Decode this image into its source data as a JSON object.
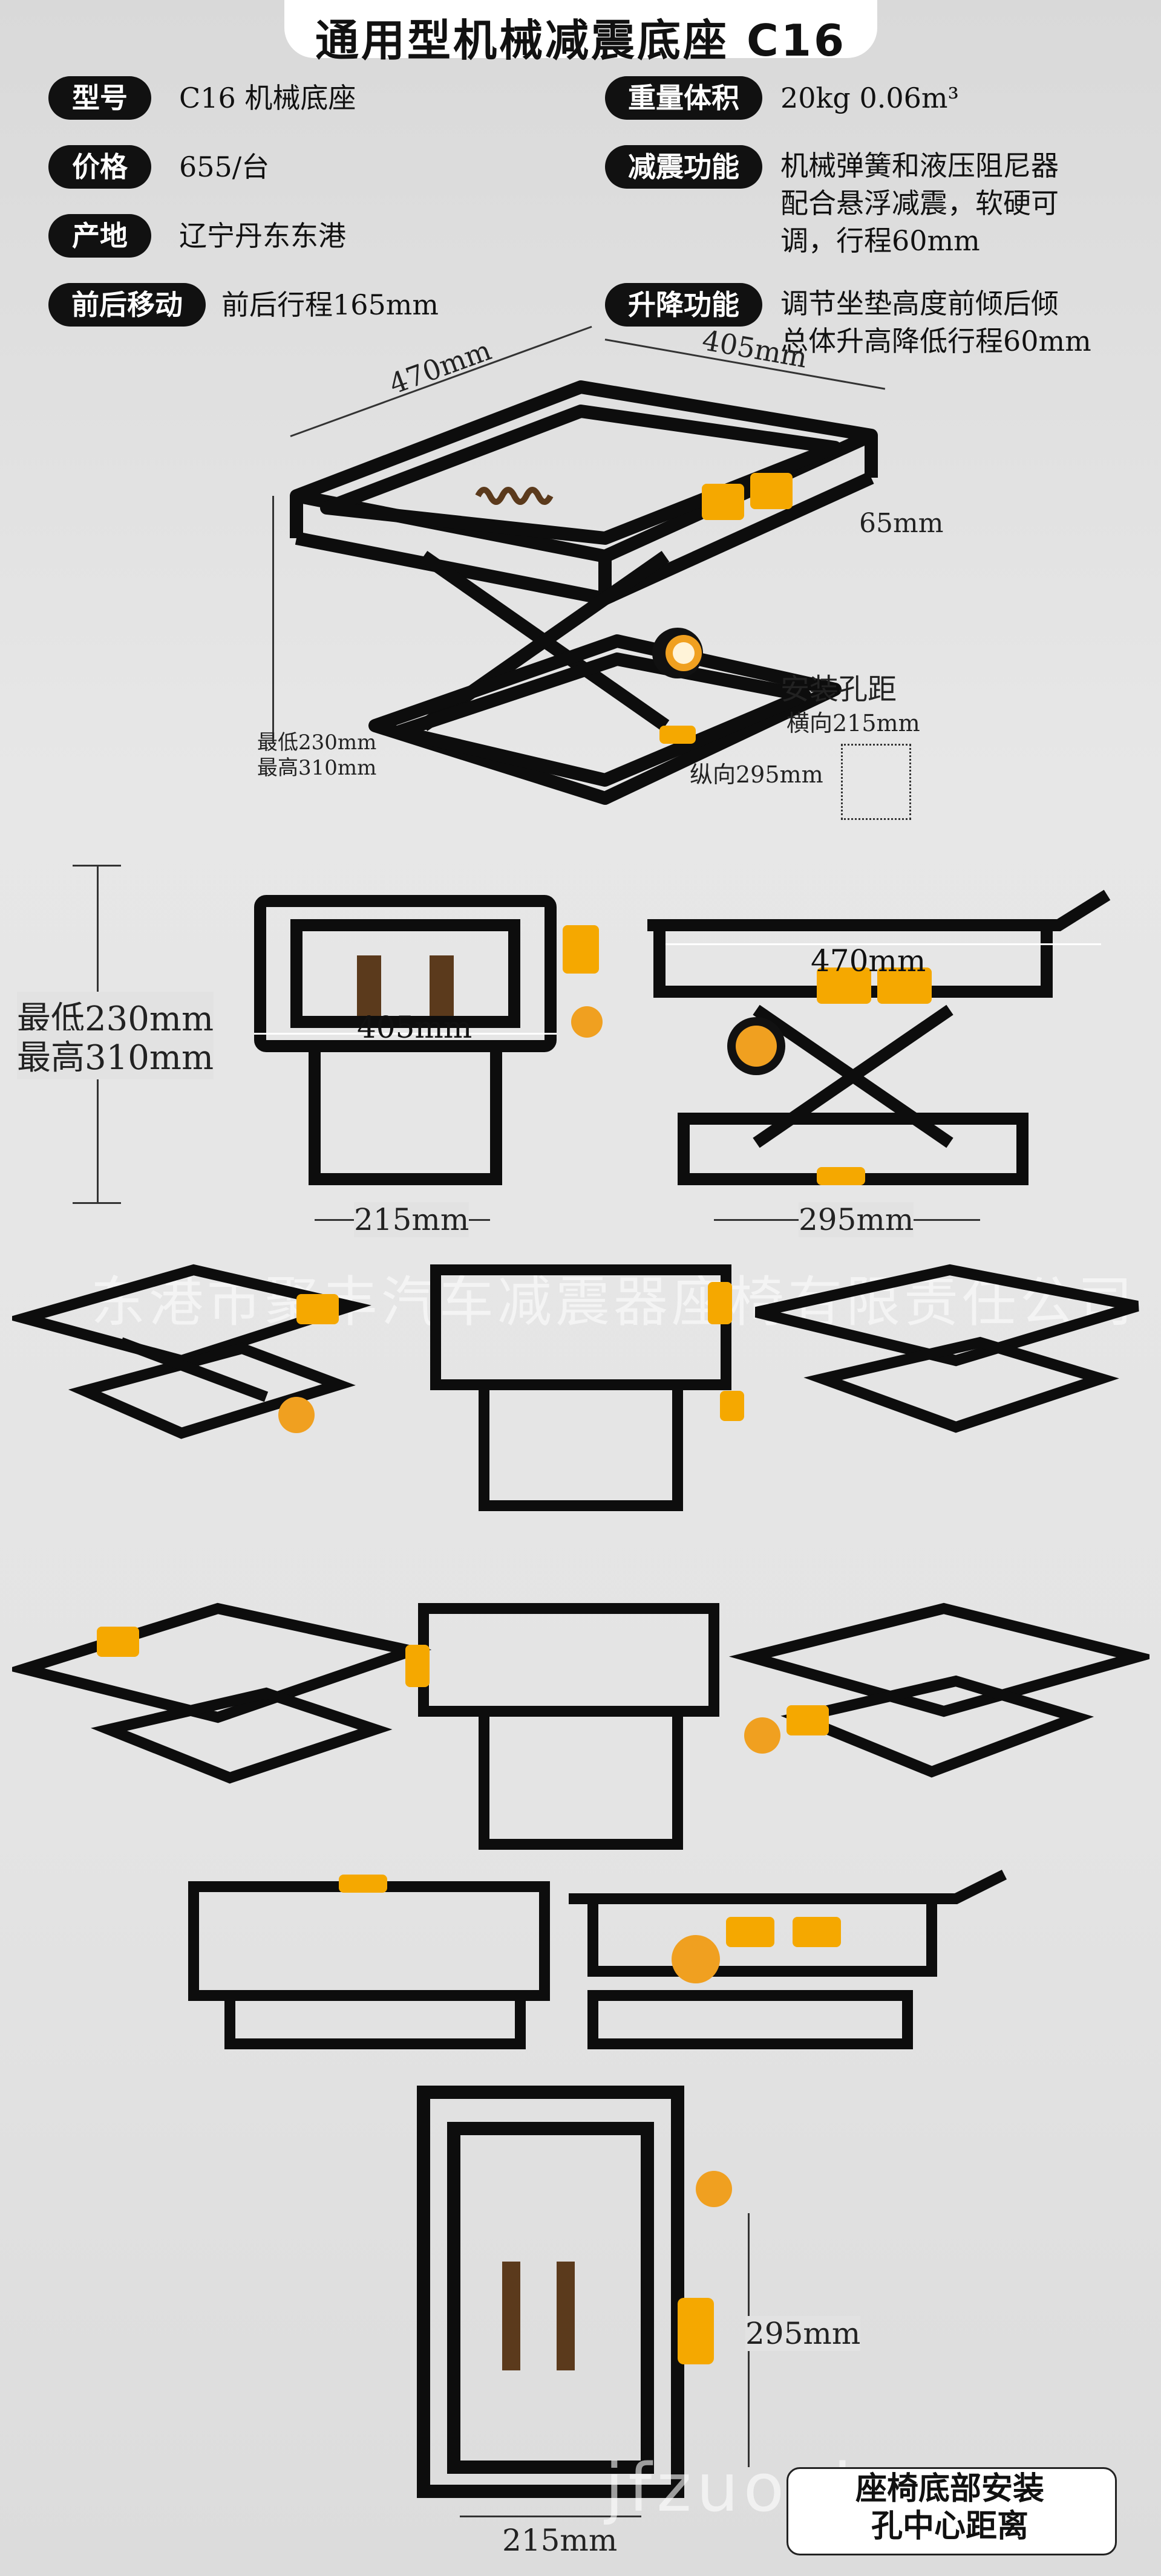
{
  "title": "通用型机械减震底座 C16",
  "specs": [
    {
      "label": "型号",
      "value": "C16 机械底座"
    },
    {
      "label": "重量体积",
      "value": "20kg  0.06m³"
    },
    {
      "label": "价格",
      "value": "655/台"
    },
    {
      "label": "减震功能",
      "value_lines": [
        "机械弹簧和液压阻尼器",
        "配合悬浮减震，软硬可",
        "调，行程60mm"
      ]
    },
    {
      "label": "产地",
      "value": "辽宁丹东东港"
    },
    {
      "label": "前后移动",
      "value": "前后行程165mm"
    },
    {
      "label": "升降功能",
      "value_lines": [
        "调节坐垫高度前倾后倾",
        "总体升高降低行程60mm"
      ]
    }
  ],
  "dimensions": {
    "length": "470mm",
    "width": "405mm",
    "thickness": "65mm",
    "height_min": "最低230mm",
    "height_max": "最高310mm",
    "mount_title": "安装孔距",
    "mount_horizontal": "横向215mm",
    "mount_vertical": "纵向295mm",
    "front_405": "405mm",
    "side_470": "470mm",
    "base_215": "215mm",
    "base_295": "295mm",
    "bottom_295": "295mm",
    "bottom_215": "215mm"
  },
  "watermark": "东港市聚丰汽车减震器座椅有限责任公司",
  "watermark_bottom": "jfzuoyi",
  "note_lines": [
    "座椅底部安装",
    "孔中心距离"
  ],
  "colors": {
    "accent": "#f5a800",
    "frame": "#111111",
    "background": "#e2e2e2"
  }
}
